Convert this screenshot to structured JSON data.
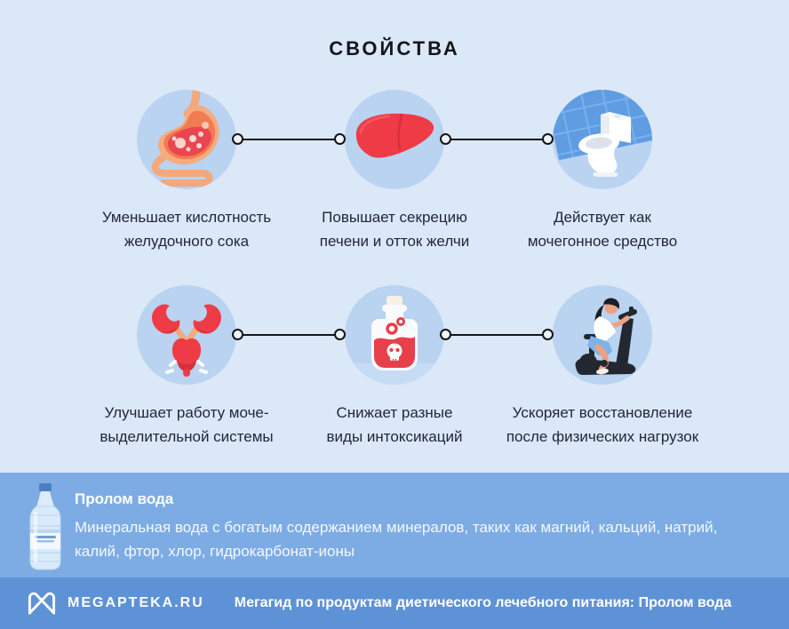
{
  "title": "СВОЙСТВА",
  "features": [
    {
      "icon": "stomach-icon",
      "label_line1": "Уменьшает кислотность",
      "label_line2": "желудочного сока"
    },
    {
      "icon": "liver-icon",
      "label_line1": "Повышает секрецию",
      "label_line2": "печени и отток желчи"
    },
    {
      "icon": "toilet-icon",
      "label_line1": "Действует как",
      "label_line2": "мочегонное средство"
    },
    {
      "icon": "urinary-system-icon",
      "label_line1": "Улучшает работу моче-",
      "label_line2": "выделительной системы"
    },
    {
      "icon": "poison-bottle-icon",
      "label_line1": "Снижает разные",
      "label_line2": "виды интоксикаций"
    },
    {
      "icon": "exercise-bike-icon",
      "label_line1": "Ускоряет восстановление",
      "label_line2": "после физических нагрузок"
    }
  ],
  "product": {
    "name": "Пролом вода",
    "description": "Минеральная вода с богатым содержанием минералов, таких как магний, кальций, натрий, калий, фтор, хлор, гидрокарбонат-ионы"
  },
  "footer": {
    "brand": "MEGAPTEKA.RU",
    "tagline": "Мегагид по продуктам диетического лечебного питания: Пролом вода"
  },
  "colors": {
    "background": "#dbe8f8",
    "icon_circle": "#b9d3f1",
    "info_bar": "#7dace5",
    "footer_bar": "#5e92d6",
    "accent_red": "#ee3b46",
    "accent_orange": "#f3a87c",
    "text_dark": "#23263a",
    "text_light": "#ffffff"
  }
}
